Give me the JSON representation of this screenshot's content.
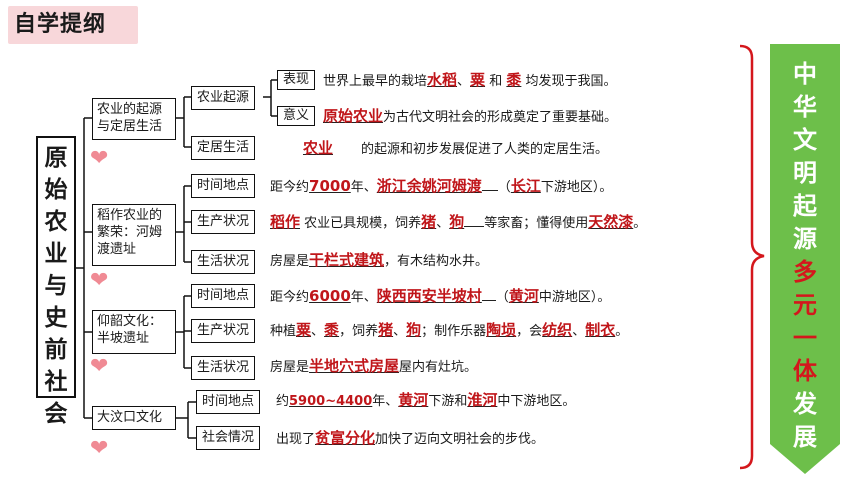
{
  "header": {
    "title": "自学提纲"
  },
  "root": {
    "chars": [
      "原",
      "始",
      "农",
      "业",
      "与",
      "史",
      "前",
      "社",
      "会"
    ]
  },
  "banner": {
    "chars_top": [
      "中",
      "华",
      "文",
      "明",
      "起",
      "源"
    ],
    "chars_red": [
      "多",
      "元",
      "一",
      "体"
    ],
    "chars_bottom": [
      "发",
      "展"
    ],
    "color": "#6dbf4a"
  },
  "sections": {
    "origin": {
      "label": "农业的起源与定居生活",
      "sub1": {
        "label": "农业起源",
        "biaoxian": {
          "key": "表现",
          "prefix": "世界上最早的栽培",
          "ans1": "水稻",
          "ans2": "粟",
          "and": "和",
          "ans3": "黍",
          "suffix": "均发现于我国。"
        },
        "yiyi": {
          "key": "意义",
          "ans": "原始农业",
          "suffix": "为古代文明社会的形成奠定了重要基础。"
        }
      },
      "sub2": {
        "label": "定居生活",
        "ans": "农业",
        "suffix": "的起源和初步发展促进了人类的定居生活。"
      }
    },
    "hemudu": {
      "label": "稻作农业的繁荣：河姆渡遗址",
      "time": {
        "label": "时间地点",
        "prefix": "距今约",
        "ans1": "7000",
        "mid1": "年、",
        "ans2": "浙江余姚河姆渡",
        "paren": "（",
        "ans3": "长江",
        "suffix": "下游地区）。"
      },
      "prod": {
        "label": "生产状况",
        "ans1": "稻作",
        "mid1": "农业已具规模，饲养",
        "ans2": "猪",
        "sep": "、",
        "ans3": "狗",
        "mid2": "等家畜；懂得使用",
        "ans4": "天然漆",
        "end": "。"
      },
      "life": {
        "label": "生活状况",
        "prefix": "房屋是",
        "ans": "干栏式建筑",
        "suffix": "，有木结构水井。"
      }
    },
    "banpo": {
      "label": "仰韶文化：半坡遗址",
      "time": {
        "label": "时间地点",
        "prefix": "距今约",
        "ans1": "6000",
        "mid1": "年、",
        "ans2": "陕西西安半坡村",
        "paren": "（",
        "ans3": "黄河",
        "suffix": "中游地区）。"
      },
      "prod": {
        "label": "生产状况",
        "prefix": "种植",
        "ans1": "粟",
        "sep": "、",
        "ans2": "黍",
        "mid1": "，饲养",
        "ans3": "猪",
        "ans4": "狗",
        "mid2": "；制作乐器",
        "ans5": "陶埙",
        "mid3": "，会",
        "ans6": "纺织",
        "ans7": "制衣",
        "end": "。"
      },
      "life": {
        "label": "生活状况",
        "prefix": "房屋是",
        "ans": "半地穴式房屋",
        "suffix": "屋内有灶坑。"
      }
    },
    "dawenkou": {
      "label": "大汶口文化",
      "time": {
        "label": "时间地点",
        "prefix": "约",
        "ans1": "5900~4400",
        "mid1": "年、",
        "ans2": "黄河",
        "mid2": "下游和",
        "ans3": "淮河",
        "suffix": "中下游地区。"
      },
      "society": {
        "label": "社会情况",
        "prefix": "出现了",
        "ans": "贫富分化",
        "suffix": "加快了迈向文明社会的步伐。"
      }
    }
  }
}
